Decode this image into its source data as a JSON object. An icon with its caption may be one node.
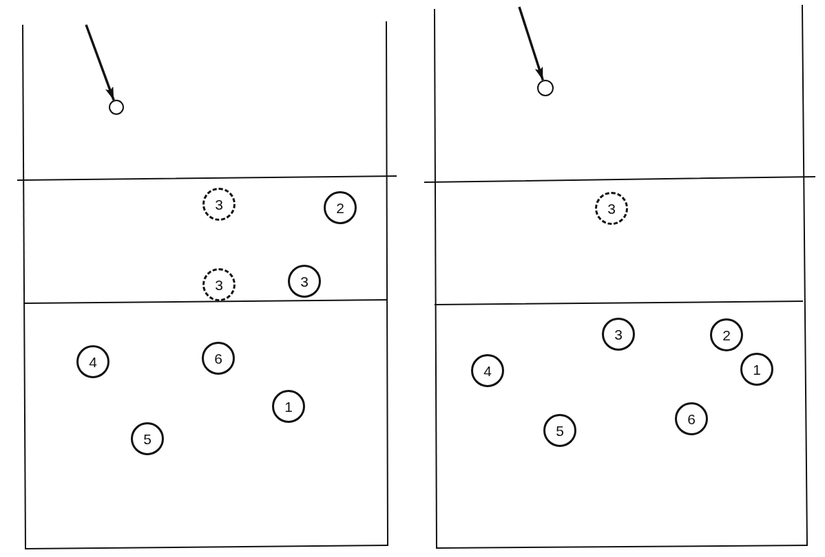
{
  "diagram": {
    "nodes": [
      {
        "text": [],
        "shape": "circle"
      },
      {
        "text": [
          "3"
        ]
      },
      {
        "text": [
          "2"
        ]
      },
      {
        "text": [
          "3"
        ]
      },
      {
        "text": [
          "3"
        ]
      },
      {
        "text": [
          "4"
        ]
      },
      {
        "text": [
          "6"
        ]
      },
      {
        "text": [
          "1"
        ]
      },
      {
        "text": [
          "5"
        ]
      },
      {
        "text": [],
        "shape": "circle"
      },
      {
        "text": [
          "3"
        ]
      },
      {
        "text": [
          "3"
        ]
      },
      {
        "text": [
          "2"
        ]
      },
      {
        "text": [
          "4"
        ]
      },
      {
        "text": [
          "1"
        ]
      },
      {
        "text": [
          "6"
        ]
      },
      {
        "text": [
          "5"
        ]
      }
    ],
    "edges": [
      {
        "from": null,
        "to": 0,
        "arrow": "to"
      },
      {
        "from": null,
        "to": 9,
        "arrow": "to"
      }
    ]
  }
}
